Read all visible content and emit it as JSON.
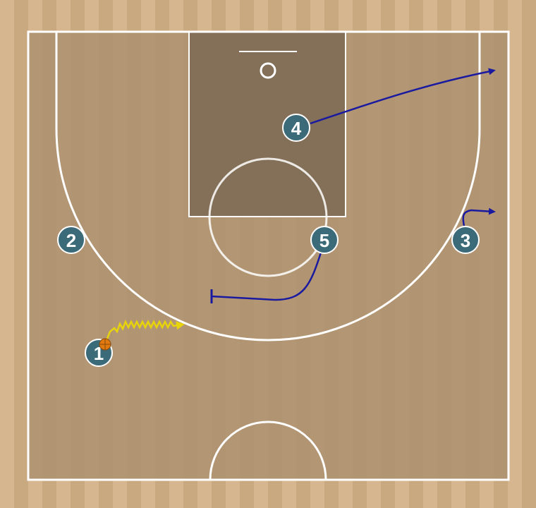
{
  "colors": {
    "floor_light": "#d4b48c",
    "floor_dark": "#bfa07a",
    "court_inside": "#ad9270",
    "paint": "#847058",
    "lines": "#ffffff",
    "player_fill": "#3b6b78",
    "player_border": "#ffffff",
    "cut_line": "#1a1aa0",
    "dribble_line": "#e8d40a",
    "ball": "#e07a10"
  },
  "players": [
    {
      "id": "p1",
      "label": "1",
      "has_ball": true
    },
    {
      "id": "p2",
      "label": "2",
      "has_ball": false
    },
    {
      "id": "p3",
      "label": "3",
      "has_ball": false
    },
    {
      "id": "p4",
      "label": "4",
      "has_ball": false
    },
    {
      "id": "p5",
      "label": "5",
      "has_ball": false
    }
  ],
  "actions": [
    {
      "player": "4",
      "type": "cut",
      "end": "arrow"
    },
    {
      "player": "3",
      "type": "cut",
      "end": "arrow"
    },
    {
      "player": "5",
      "type": "screen",
      "end": "screen-bar"
    },
    {
      "player": "1",
      "type": "dribble",
      "end": "arrow"
    }
  ]
}
